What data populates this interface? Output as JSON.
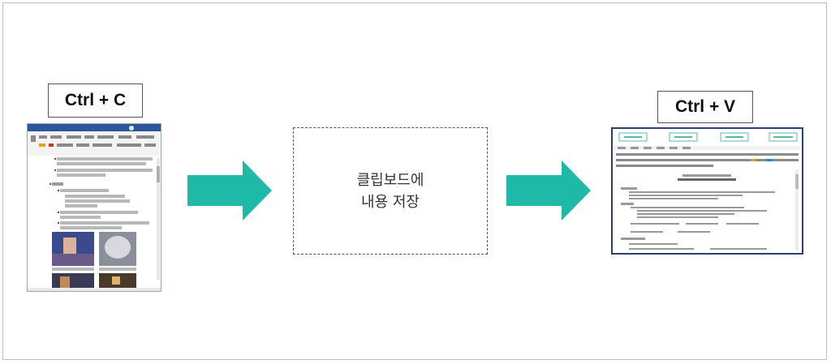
{
  "diagram": {
    "copy_label": "Ctrl + C",
    "paste_label": "Ctrl + V",
    "clipboard_line1": "클립보드에",
    "clipboard_line2": "내용 저장",
    "arrow_color": "#1fb9a8",
    "word_titlebar_color": "#2b579a",
    "editor_border_color": "#2f3f6f",
    "editor_buttons": [
      "",
      "",
      "",
      ""
    ]
  }
}
